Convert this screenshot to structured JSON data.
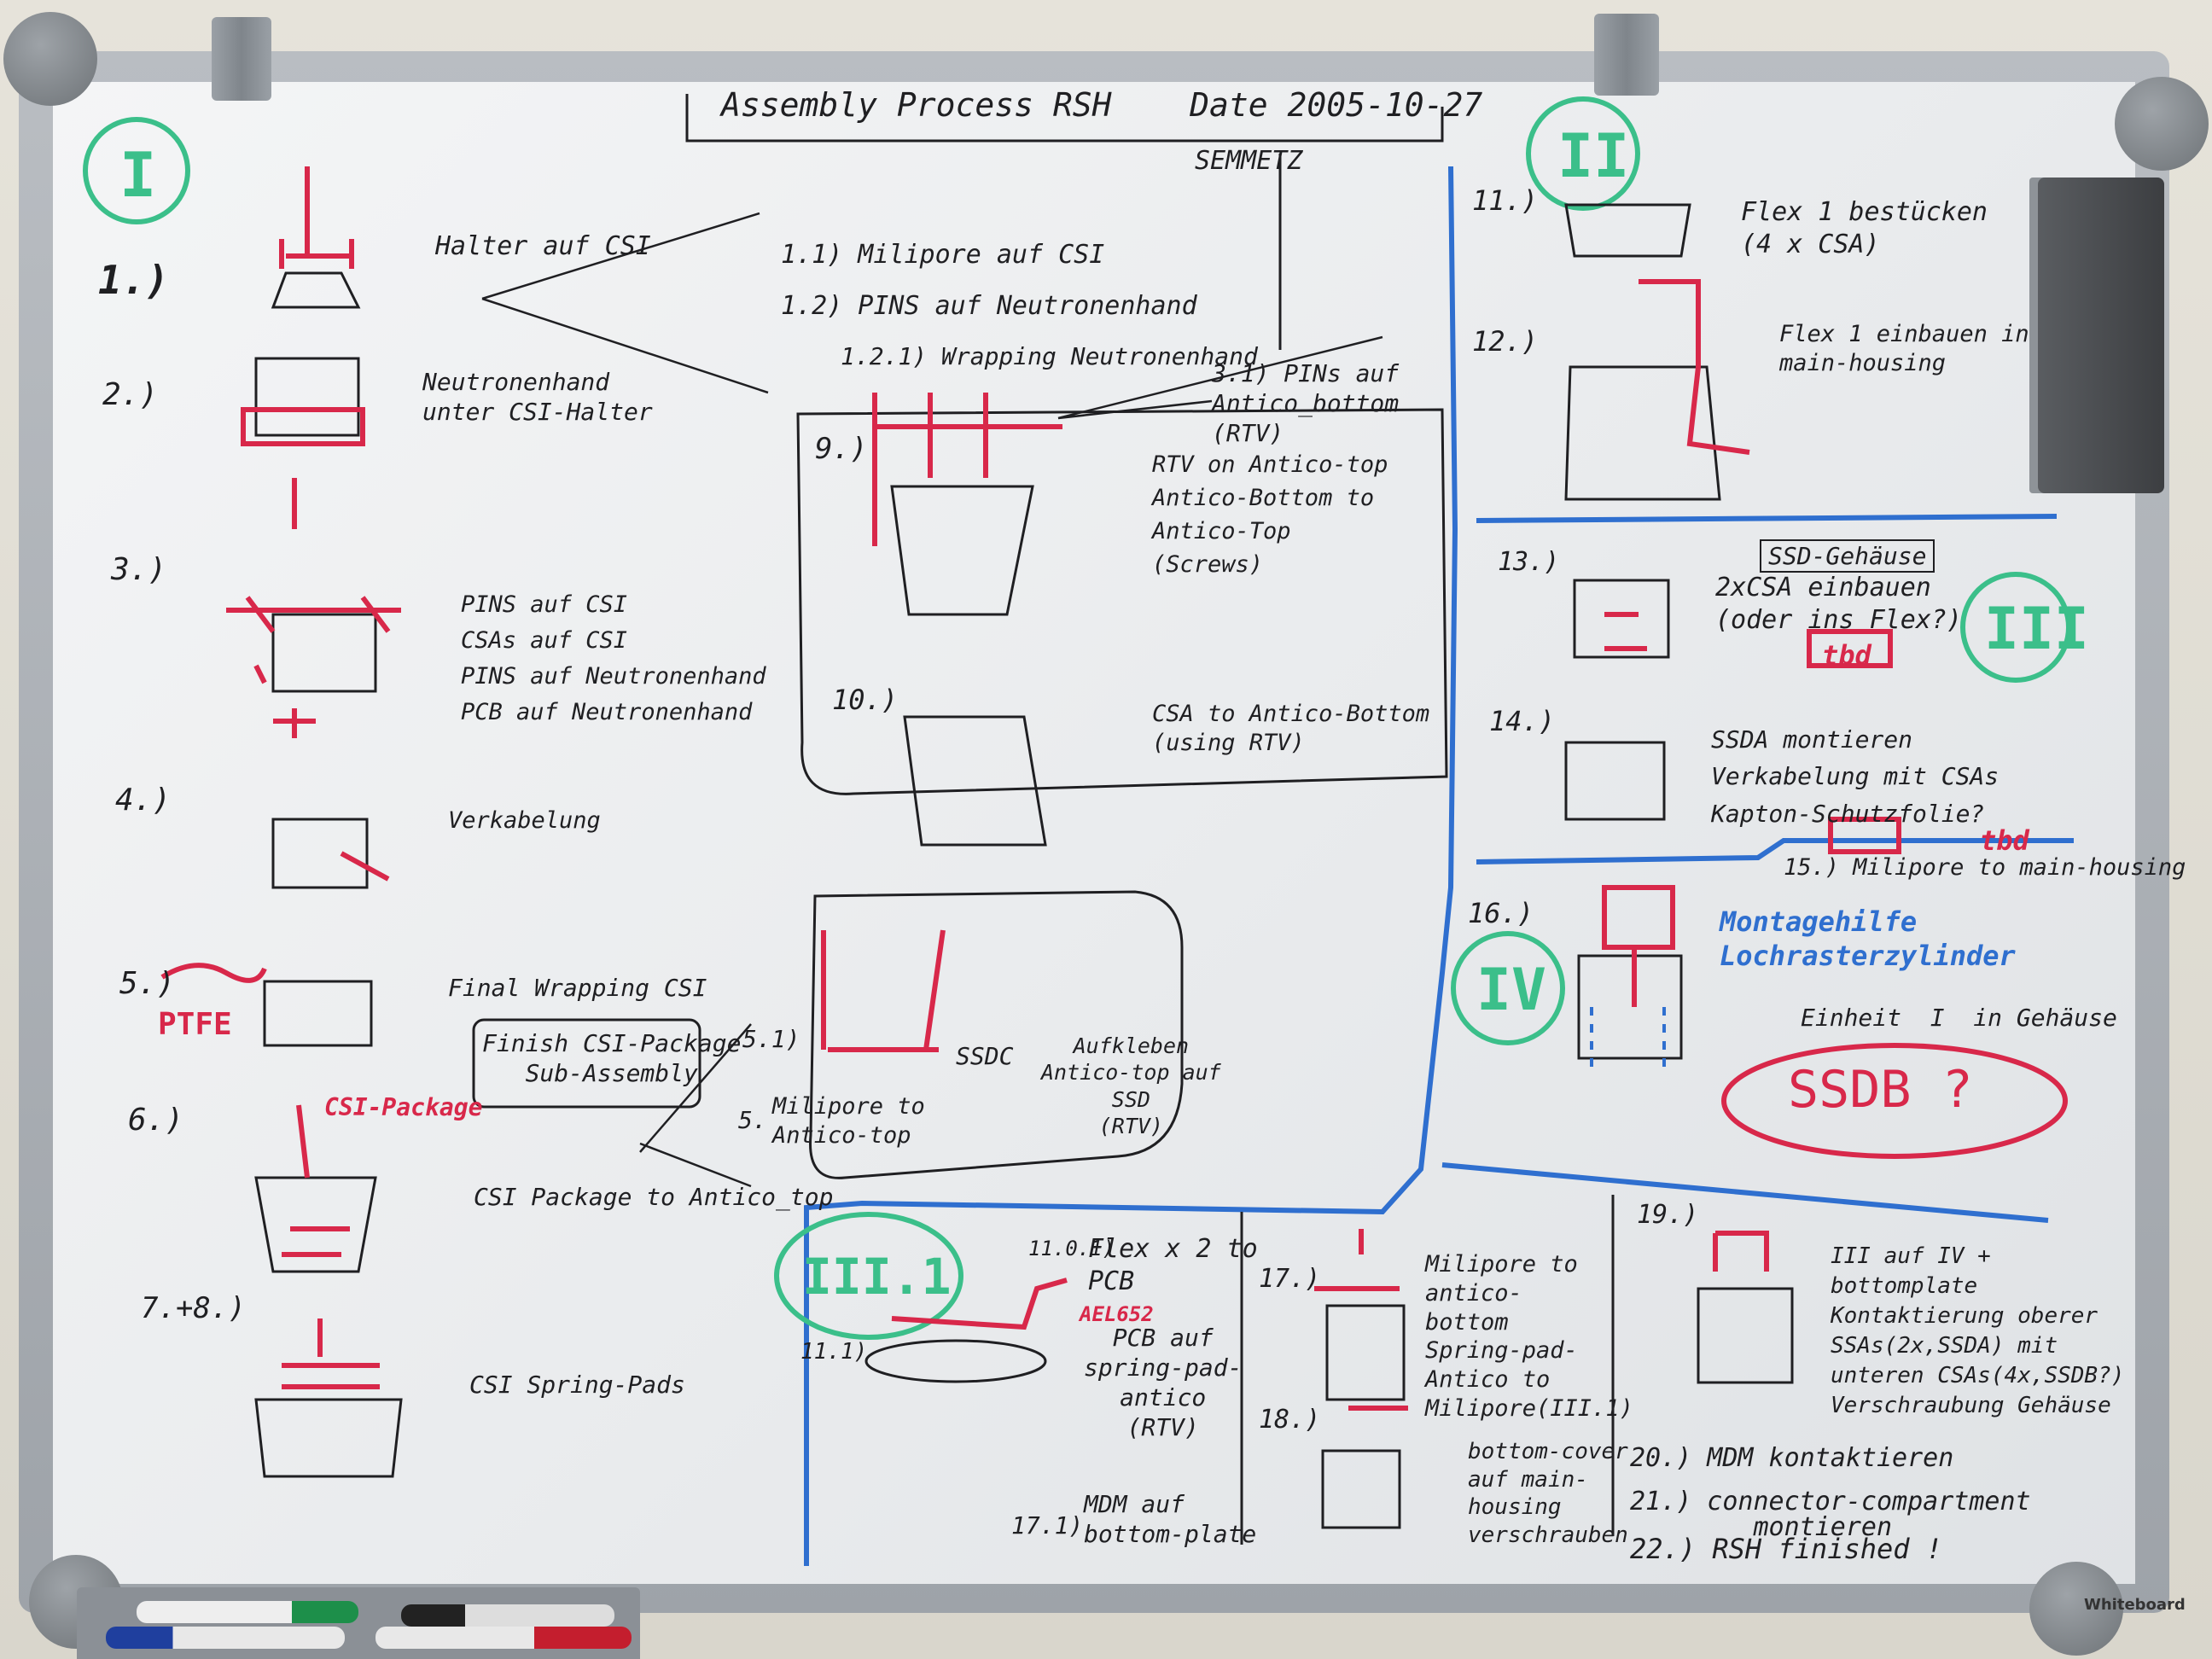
{
  "board": {
    "title": "Assembly Process RSH    Date 2005-10-27",
    "author": "SEMMETZ",
    "brand": "Whiteboard",
    "ink_colors": {
      "black": "#1f1f22",
      "red": "#d8284a",
      "blue": "#2f6fcf",
      "green": "#3bbf8a"
    }
  },
  "sections": {
    "s1": "I",
    "s2": "II",
    "s3": "III",
    "s31": "III.1",
    "s4": "IV"
  },
  "steps": {
    "n1": "1.)",
    "t1": "Halter auf CSI",
    "n2": "2.)",
    "t2": "Neutronenhand\nunter CSI-Halter",
    "n3": "3.)",
    "t3": "PINS auf CSI\nCSAs auf CSI\nPINS auf Neutronenhand\nPCB auf Neutronenhand",
    "n4": "4.)",
    "t4": "Verkabelung",
    "n5": "5.)",
    "t5": "Final Wrapping CSI",
    "t5b": "PTFE",
    "finish": "Finish CSI-Package\nSub-Assembly",
    "n6": "6.)",
    "t6": "CSI Package to Antico_top",
    "t6b": "CSI-Package",
    "n78": "7.+8.)",
    "t78": "CSI Spring-Pads",
    "s11": "1.1) Milipore auf CSI",
    "s12": "1.2) PINS auf Neutronenhand",
    "s121": "1.2.1) Wrapping Neutronenhand",
    "s31b": "3.1) PINs auf\nAntico_bottom\n(RTV)",
    "n9": "9.)",
    "t9": "RTV on Antico-top\nAntico-Bottom to\nAntico-Top\n(Screws)",
    "n10": "10.)",
    "t10": "CSA to Antico-Bottom\n(using RTV)",
    "n51": "5.1)",
    "t51a": "SSDC",
    "t51": "Aufkleben\nAntico-top auf\nSSD\n(RTV)",
    "n5b": "5.",
    "t5c": "Milipore to\nAntico-top",
    "n11": "11.)",
    "t11": "Flex 1 bestücken\n(4 x CSA)",
    "n12": "12.)",
    "t12": "Flex 1 einbauen in\nmain-housing",
    "n13": "13.)",
    "t13h": "SSD-Gehäuse",
    "t13": "2xCSA einbauen\n(oder ins Flex?)",
    "t13b": "tbd",
    "n14": "14.)",
    "t14": "SSDA montieren\nVerkabelung mit CSAs\nKapton-Schutzfolie?",
    "t14b": "tbd",
    "n15": "15.) Milipore to main-housing",
    "n16": "16.)",
    "t16": "Montagehilfe\nLochrasterzylinder",
    "t16b": "Einheit  I  in Gehäuse",
    "t16c": "SSDB ?",
    "n101": "11.0.1)",
    "t101": "Flex x 2 to\nPCB",
    "t101b": "AEL652",
    "n111": "11.1)",
    "t111": "PCB auf\nspring-pad-\nantico\n(RTV)",
    "n171": "17.1)",
    "t171": "MDM auf\nbottom-plate",
    "n17": "17.)",
    "t17": "Milipore to\nantico-\nbottom\nSpring-pad-\nAntico to\nMilipore(III.1)",
    "n18": "18.)",
    "t18": "bottom-cover\nauf main-\nhousing\nverschrauben",
    "n19": "19.)",
    "t19": "III auf IV +\nbottomplate\nKontaktierung oberer\nSSAs(2x,SSDA) mit\nunteren CSAs(4x,SSDB?)\nVerschraubung Gehäuse",
    "n20": "20.) MDM kontaktieren",
    "n21": "21.) connector-compartment\n        montieren",
    "n22": "22.) RSH finished !"
  }
}
